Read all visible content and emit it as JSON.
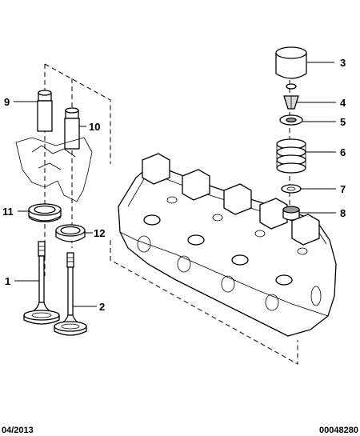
{
  "callouts": [
    {
      "id": "1",
      "label": "1"
    },
    {
      "id": "2",
      "label": "2"
    },
    {
      "id": "3",
      "label": "3"
    },
    {
      "id": "4",
      "label": "4"
    },
    {
      "id": "5",
      "label": "5"
    },
    {
      "id": "6",
      "label": "6"
    },
    {
      "id": "7",
      "label": "7"
    },
    {
      "id": "8",
      "label": "8"
    },
    {
      "id": "9",
      "label": "9"
    },
    {
      "id": "10",
      "label": "10"
    },
    {
      "id": "11",
      "label": "11"
    },
    {
      "id": "12",
      "label": "12"
    }
  ],
  "footer": {
    "date": "04/2013",
    "reference": "00048280"
  },
  "colors": {
    "line": "#000000",
    "part_fill": "#ffffff",
    "shade": "#d9d9d9",
    "dark_shade": "#9a9a9a"
  }
}
